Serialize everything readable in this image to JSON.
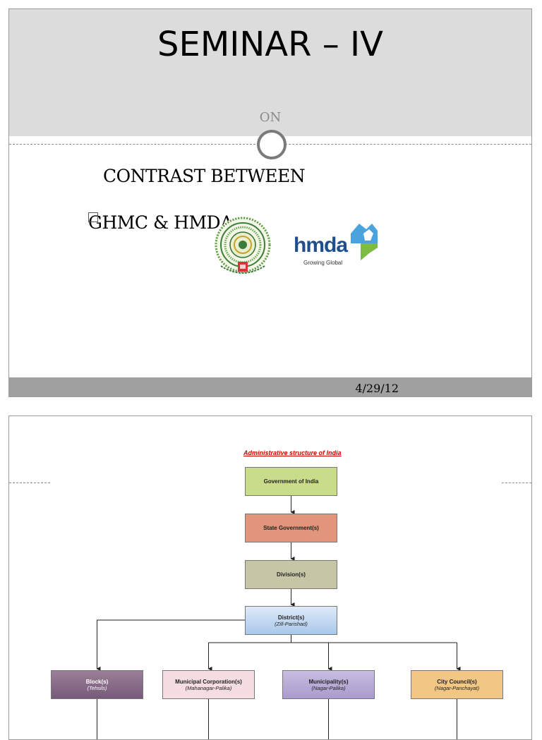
{
  "slide1": {
    "title": "SEMINAR – IV",
    "on": "ON",
    "contrast": "CONTRAST  BETWEEN",
    "ghmc_text": "GHMC & HMDA",
    "hmda_logo_text": "hmda",
    "hmda_tagline": "Growing Global",
    "date": "4/29/12"
  },
  "slide2": {
    "title": "Administrative structure of India",
    "boxes": {
      "goi": "Government of India",
      "state": "State Government(s)",
      "division": "Division(s)",
      "district": "District(s)",
      "district_sub": "(Zill-Parishad)",
      "block": "Block(s)",
      "block_sub": "(Tehsils)",
      "municipal_corp": "Municipal Corporation(s)",
      "municipal_corp_sub": "(Mahanagar-Palika)",
      "municipality": "Municipality(s)",
      "municipality_sub": "(Nagar-Palika)",
      "city_council": "City Council(s)",
      "city_council_sub": "(Nagar-Panchayat)"
    }
  },
  "colors": {
    "header_grey": "#dcdcdc",
    "footer_grey": "#a0a0a0",
    "title_red": "#cc0000",
    "hmda_blue": "#1f6fb5",
    "hmda_green": "#7dbb42"
  }
}
